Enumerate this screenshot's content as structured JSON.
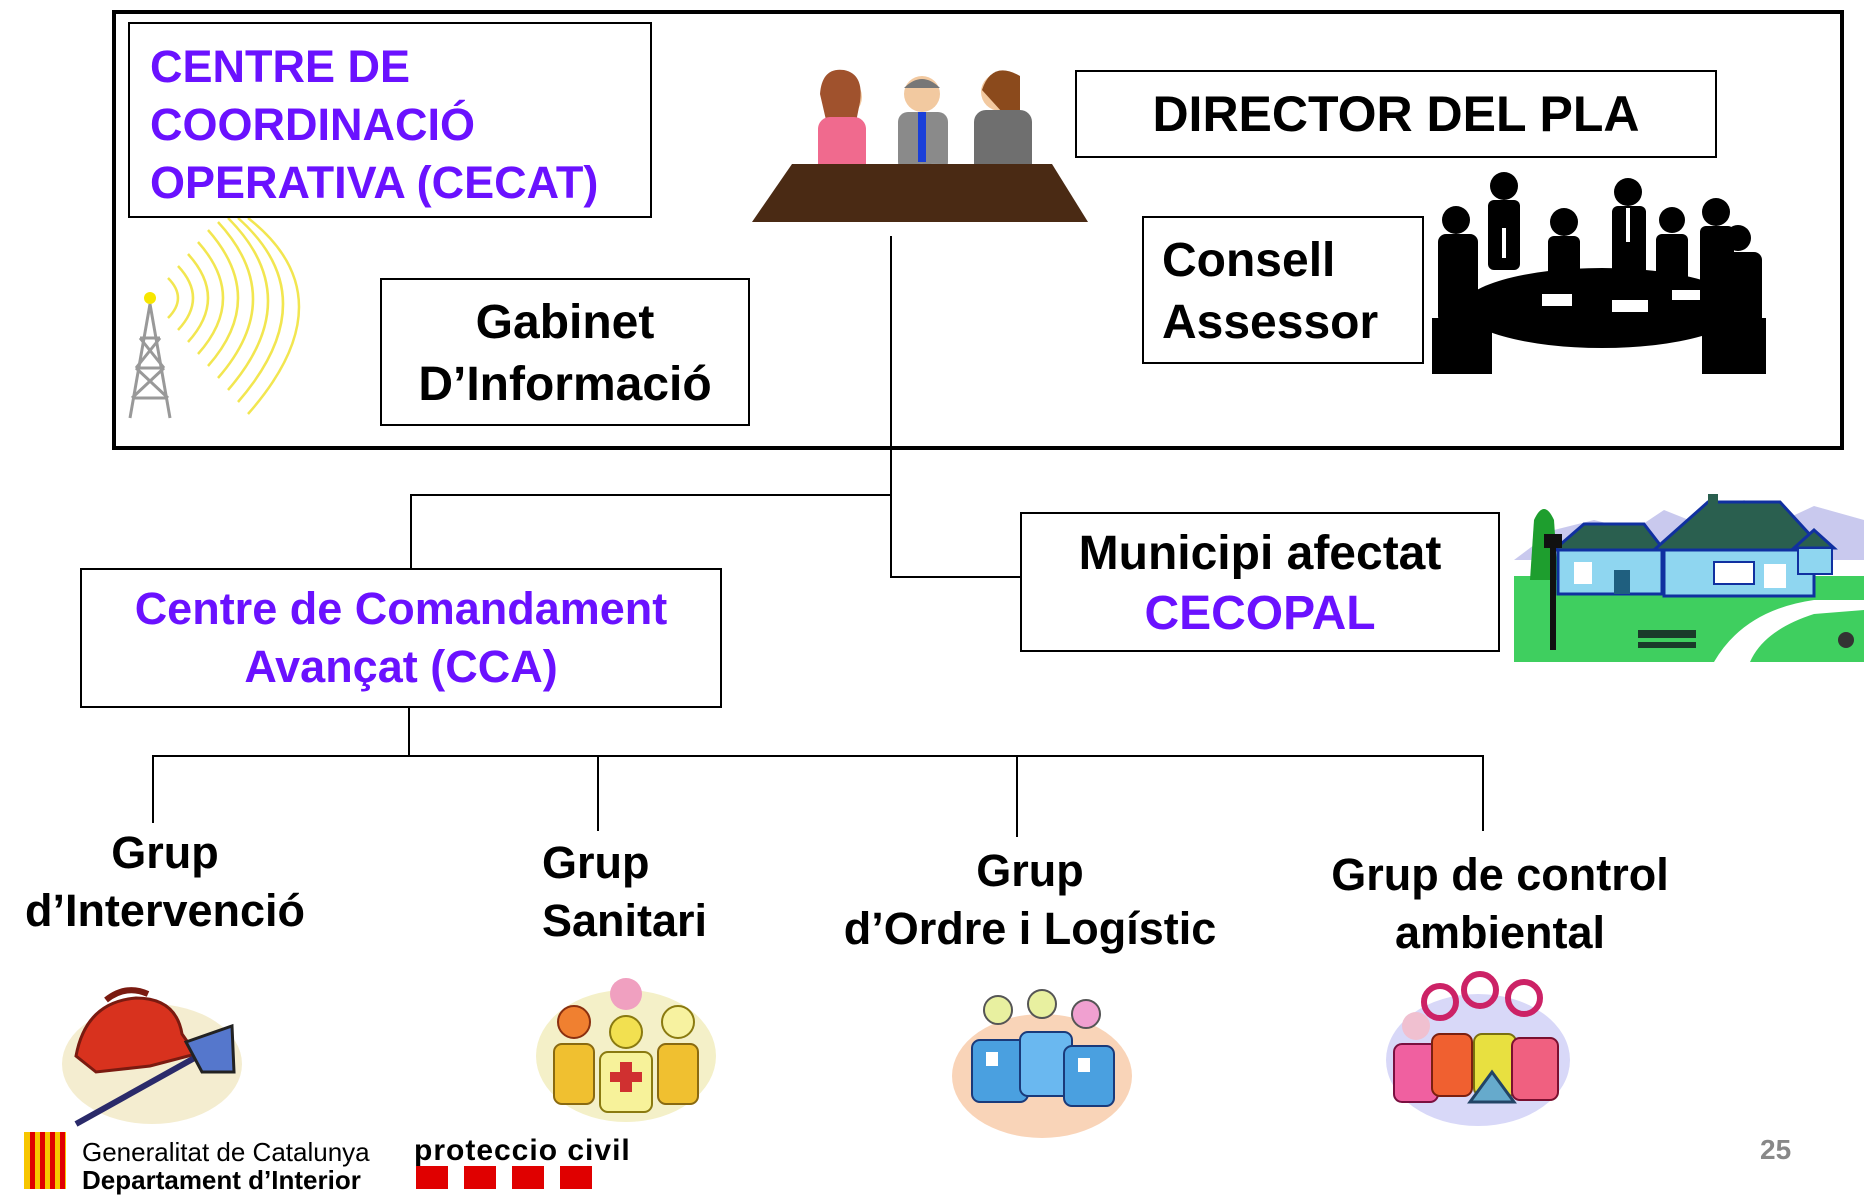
{
  "top_panel": {
    "cecat_lines": [
      "CENTRE DE",
      "COORDINACIÓ",
      "OPERATIVA (CECAT)"
    ],
    "director": "DIRECTOR DEL PLA",
    "gabinet_lines": [
      "Gabinet",
      "D’Informació"
    ],
    "consell_lines": [
      "Consell",
      "Assessor"
    ]
  },
  "cca_lines": [
    "Centre de Comandament",
    "Avançat (CCA)"
  ],
  "municipi": {
    "line1": "Municipi afectat",
    "line2": "CECOPAL"
  },
  "groups": [
    {
      "lines": [
        "Grup",
        "d’Intervenció"
      ]
    },
    {
      "lines": [
        "Grup",
        "Sanitari"
      ]
    },
    {
      "lines": [
        "Grup",
        "d’Ordre i Logístic"
      ]
    },
    {
      "lines": [
        "Grup de control",
        "ambiental"
      ]
    }
  ],
  "footer": {
    "org_line1": "Generalitat de Catalunya",
    "org_line2": "Departament d’Interior",
    "brand": "proteccio civil",
    "page_number": "25"
  },
  "colors": {
    "accent_purple": "#6a11ff",
    "flag_red": "#e00000",
    "flag_yellow": "#f7c600"
  }
}
